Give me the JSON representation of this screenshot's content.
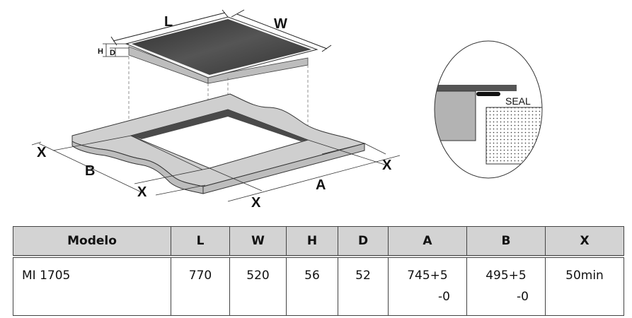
{
  "diagram": {
    "labels": {
      "L": "L",
      "W": "W",
      "H": "H",
      "D": "D",
      "A": "A",
      "B": "B",
      "X": "X"
    },
    "detail_label": "SEAL",
    "colors": {
      "glass": "#3c3c3c",
      "frame": "#bdbdbd",
      "countertop": "#cfcfcf",
      "cutout_edge": "#4a4a4a"
    }
  },
  "table": {
    "headers": [
      "Modelo",
      "L",
      "W",
      "H",
      "D",
      "A",
      "B",
      "X"
    ],
    "rows": [
      {
        "modelo": "MI 1705",
        "L": "770",
        "W": "520",
        "H": "56",
        "D": "52",
        "A": {
          "value": "745+5",
          "tol": "-0"
        },
        "B": {
          "value": "495+5",
          "tol": "-0"
        },
        "X": "50min"
      }
    ]
  }
}
